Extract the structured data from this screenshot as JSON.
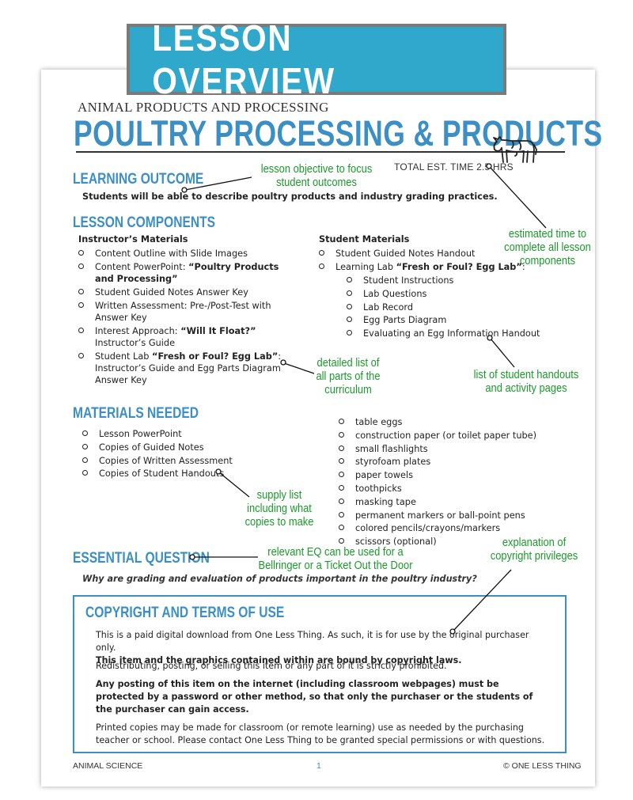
{
  "banner": {
    "text": "LESSON OVERVIEW"
  },
  "header": {
    "subtitle": "ANIMAL PRODUCTS AND PROCESSING",
    "title": "POULTRY PROCESSING & PRODUCTS",
    "est_time": "TOTAL EST. TIME 2.5 HRS"
  },
  "learning_outcome": {
    "heading": "LEARNING OUTCOME",
    "text": "Students will be able to describe poultry products and industry grading practices."
  },
  "lesson_components": {
    "heading": "LESSON COMPONENTS",
    "instructor": {
      "heading": "Instructor’s Materials",
      "items": [
        {
          "pre": "Content Outline with Slide Images",
          "bold": "",
          "post": ""
        },
        {
          "pre": "Content PowerPoint: ",
          "bold": "“Poultry Products and Processing”",
          "post": ""
        },
        {
          "pre": "Student Guided Notes Answer Key",
          "bold": "",
          "post": ""
        },
        {
          "pre": "Written Assessment: Pre-/Post-Test with Answer Key",
          "bold": "",
          "post": ""
        },
        {
          "pre": "Interest Approach: ",
          "bold": "“Will It Float?”",
          "post": " Instructor’s Guide"
        },
        {
          "pre": "Student Lab ",
          "bold": "“Fresh or Foul? Egg Lab”",
          "post": ": Instructor’s Guide and Egg Parts Diagram Answer Key"
        }
      ]
    },
    "student": {
      "heading": "Student Materials",
      "items": [
        {
          "pre": "Student Guided Notes Handout",
          "bold": "",
          "post": ""
        },
        {
          "pre": "Learning Lab ",
          "bold": "“Fresh or Foul? Egg Lab”",
          "post": ":"
        }
      ],
      "subitems": [
        "Student Instructions",
        "Lab Questions",
        "Lab Record",
        "Egg Parts Diagram",
        "Evaluating an Egg Information Handout"
      ]
    }
  },
  "materials_needed": {
    "heading": "MATERIALS NEEDED",
    "left": [
      "Lesson PowerPoint",
      "Copies of Guided Notes",
      "Copies of Written Assessment",
      "Copies of Student Handouts"
    ],
    "right": [
      "table eggs",
      "construction paper (or toilet paper tube)",
      "small flashlights",
      "styrofoam plates",
      "paper towels",
      "toothpicks",
      "masking tape",
      "permanent markers or ball-point pens",
      "colored pencils/crayons/markers",
      "scissors (optional)"
    ]
  },
  "essential_question": {
    "heading": "ESSENTIAL QUESTION",
    "text": "Why are grading and evaluation of products important in the poultry industry?"
  },
  "copyright": {
    "heading": "COPYRIGHT AND TERMS OF USE",
    "p1": "This is a paid digital download from One Less Thing. As such, it is for use by the original purchaser only.",
    "p1b": "This item and the graphics contained within are bound by copyright laws.",
    "p2": "Redistributing, posting, or selling this item or any part of it is strictly prohibited.",
    "p3": "Any posting of this item on the internet (including classroom webpages) must be protected by a password or other method, so that only the purchaser or the students of the purchaser can gain access.",
    "p4": "Printed copies may be made for classroom (or remote learning) use as needed by the purchasing teacher or school. Please contact One Less Thing to be granted special permissions or with questions."
  },
  "footer": {
    "left": "ANIMAL SCIENCE",
    "page": "1",
    "right": "© ONE LESS THING"
  },
  "annotations": {
    "objective": [
      "lesson objective to focus",
      "student  outcomes"
    ],
    "time": [
      "estimated time to",
      "complete all lesson",
      "components"
    ],
    "curriculum": [
      "detailed list of",
      "all parts of the",
      "curriculum"
    ],
    "handouts": [
      "list of student handouts",
      "and activity pages"
    ],
    "supply": [
      "supply list",
      "including what",
      "copies to make"
    ],
    "eq": [
      "relevant EQ can be used for a",
      "Bellringer or a Ticket Out the Door"
    ],
    "copyright": [
      "explanation of",
      "copyright privileges"
    ]
  },
  "colors": {
    "accent": "#3b8fc4",
    "banner": "#2fa8cc",
    "annotation": "#1a9a2a"
  }
}
